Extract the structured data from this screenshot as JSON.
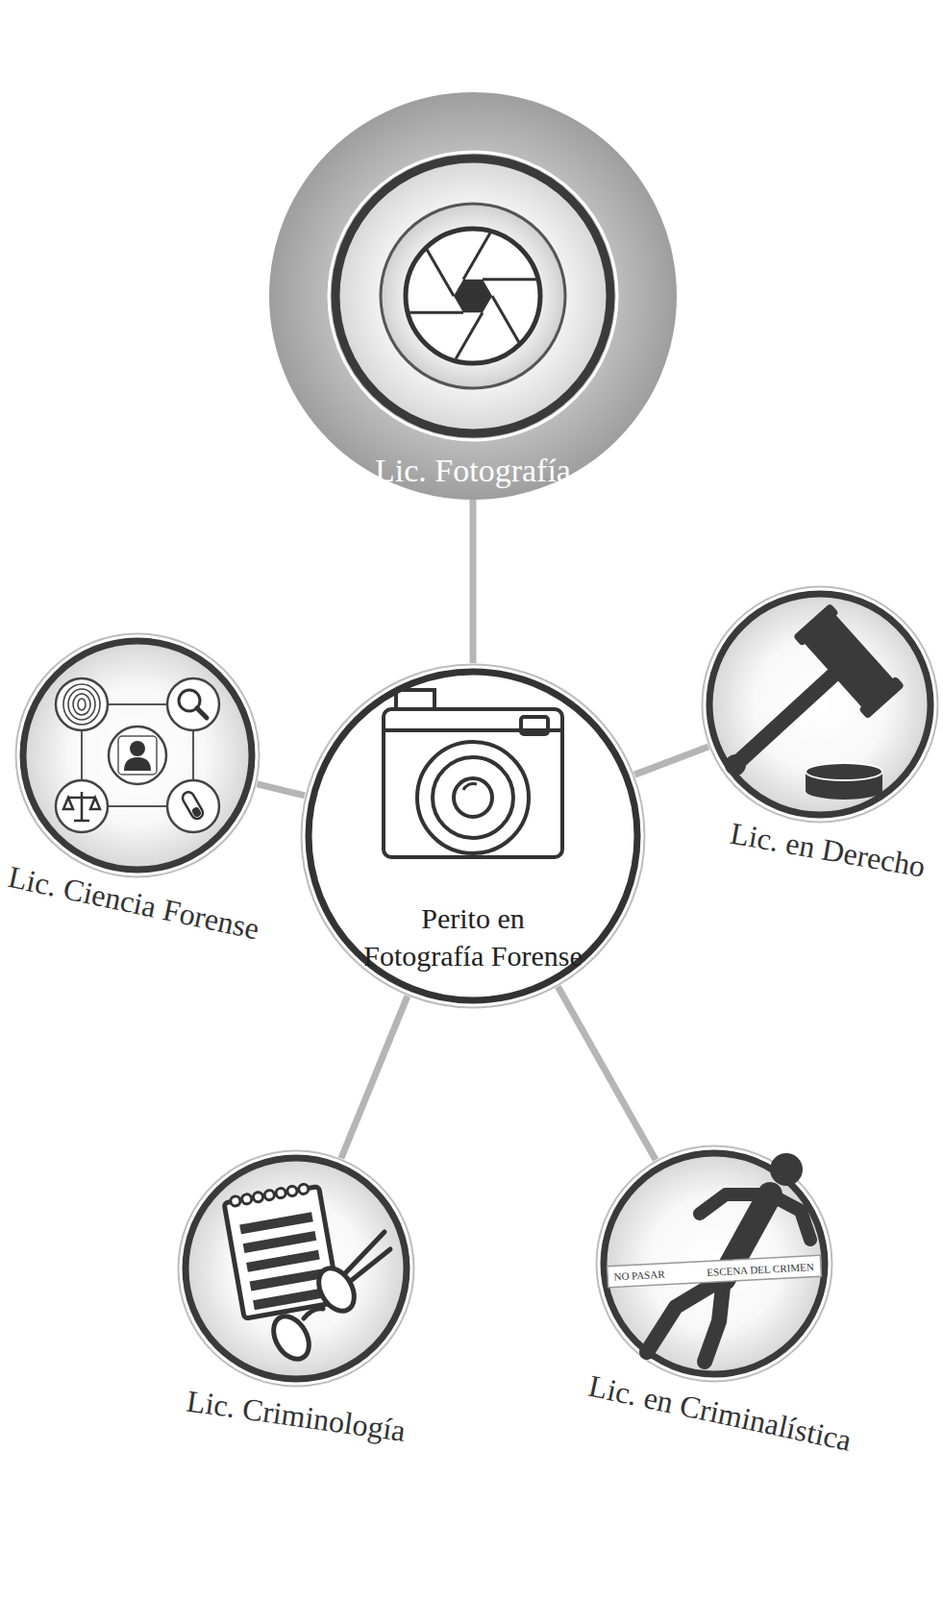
{
  "diagram": {
    "nodes": [
      {
        "text": [
          "Lic. Fotografía"
        ]
      },
      {
        "text": [
          "Lic. Ciencia Forense"
        ]
      },
      {
        "text": [
          "Perito en Fotografía Forense"
        ]
      },
      {
        "text": [
          "Lic. en Derecho"
        ]
      },
      {
        "text": [
          "Lic. Criminología"
        ]
      },
      {
        "text": [
          "Lic. en Criminalística"
        ]
      }
    ],
    "edges": [
      {
        "from": 2,
        "to": 0,
        "arrow": "none"
      },
      {
        "from": 2,
        "to": 1,
        "arrow": "none"
      },
      {
        "from": 2,
        "to": 3,
        "arrow": "none"
      },
      {
        "from": 2,
        "to": 4,
        "arrow": "none"
      },
      {
        "from": 2,
        "to": 5,
        "arrow": "none"
      }
    ],
    "labels": [
      "NO PASAR",
      "ESCENA DEL CRIMEN"
    ]
  }
}
